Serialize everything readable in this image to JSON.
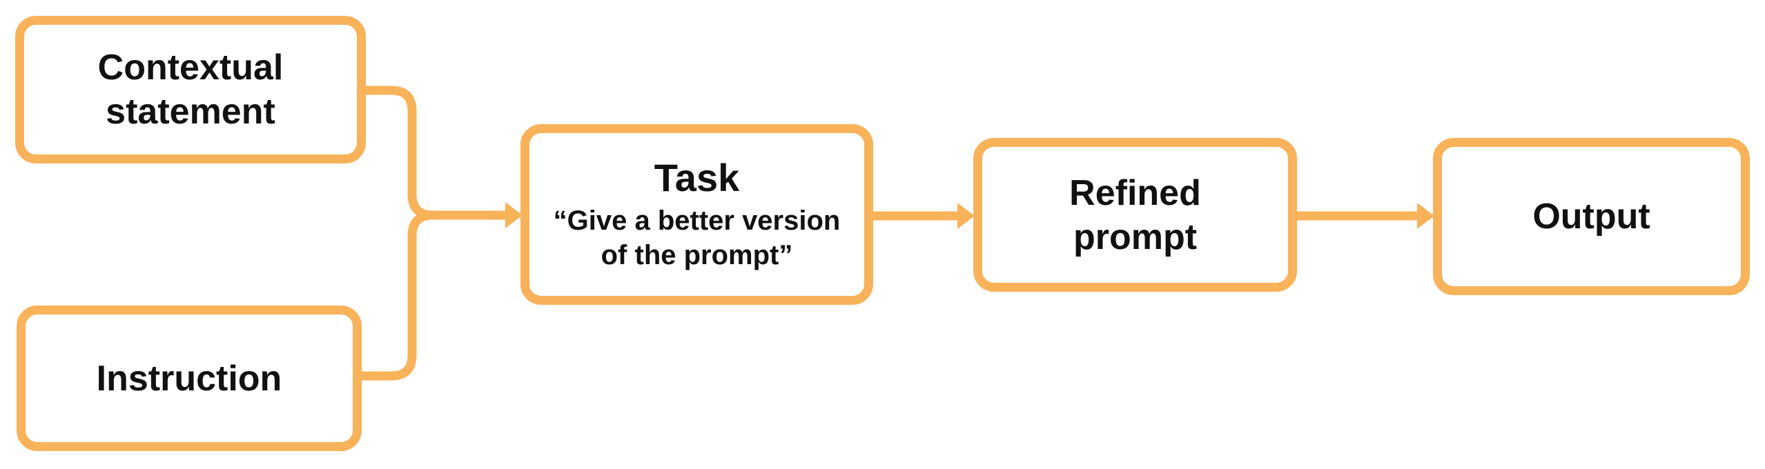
{
  "diagram": {
    "type": "flowchart",
    "colors": {
      "accent": "#F8B25A",
      "text": "#111111",
      "background": "#ffffff"
    },
    "nodes": [
      {
        "name": "contextual-statement",
        "lines": [
          "Contextual",
          "statement"
        ]
      },
      {
        "name": "instruction",
        "lines": [
          "Instruction"
        ]
      },
      {
        "name": "task",
        "title": "Task",
        "quote_lines": [
          "“Give a better version",
          "of the prompt”"
        ]
      },
      {
        "name": "refined-prompt",
        "lines": [
          "Refined",
          "prompt"
        ]
      },
      {
        "name": "output",
        "lines": [
          "Output"
        ]
      }
    ],
    "edges": [
      {
        "from": "contextual-statement",
        "to": "task"
      },
      {
        "from": "instruction",
        "to": "task"
      },
      {
        "from": "task",
        "to": "refined-prompt"
      },
      {
        "from": "refined-prompt",
        "to": "output"
      }
    ]
  }
}
